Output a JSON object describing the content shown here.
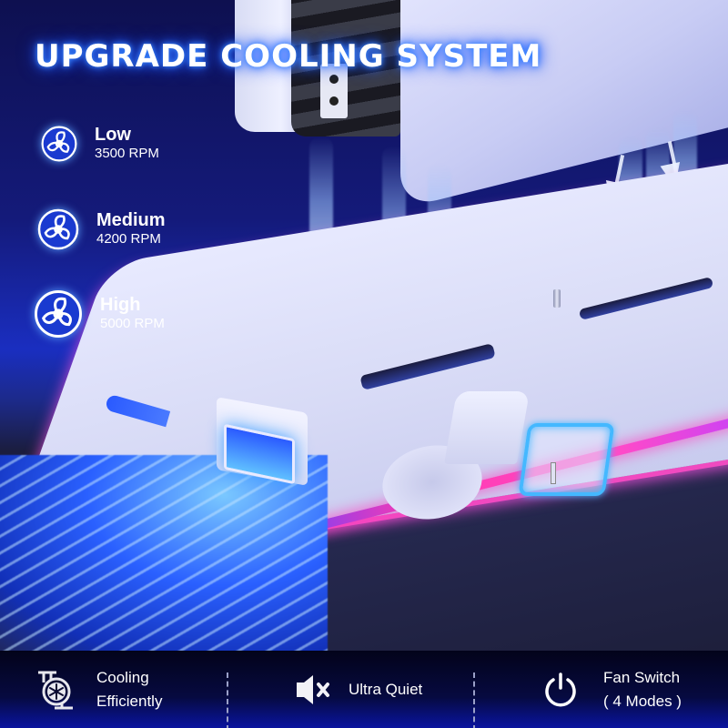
{
  "headline": "UPGRADE COOLING SYSTEM",
  "fan_speeds": [
    {
      "name": "Low",
      "rpm": "3500 RPM",
      "icon": "fan-icon"
    },
    {
      "name": "Medium",
      "rpm": "4200 RPM",
      "icon": "fan-icon"
    },
    {
      "name": "High",
      "rpm": "5000 RPM",
      "icon": "fan-icon"
    }
  ],
  "features": [
    {
      "line1": "Cooling",
      "line2": "Efficiently",
      "icon": "snowflake-fan-icon"
    },
    {
      "line1": "Ultra Quiet",
      "line2": "",
      "icon": "speaker-mute-icon"
    },
    {
      "line1": "Fan Switch",
      "line2": "( 4 Modes )",
      "icon": "power-icon"
    }
  ],
  "colors": {
    "title_glow": "#2a6aff",
    "led_strip": "#ff3ab0",
    "dock_highlight": "#44b8ff",
    "background_top": "#0e1050",
    "bottom_bar": "#060a40"
  }
}
